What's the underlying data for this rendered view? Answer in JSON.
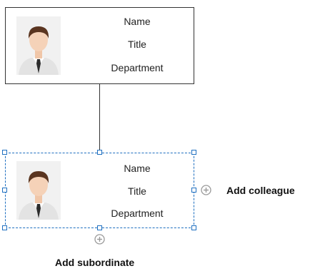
{
  "top_node": {
    "name": "Name",
    "title": "Title",
    "department": "Department"
  },
  "bottom_node": {
    "name": "Name",
    "title": "Title",
    "department": "Department"
  },
  "actions": {
    "add_colleague": "Add colleague",
    "add_subordinate": "Add subordinate"
  },
  "colors": {
    "selection": "#1e6fc0",
    "border": "#333333",
    "plus_icon": "#999999"
  },
  "icons": {
    "avatar": "person-avatar-icon",
    "add": "plus-circle-icon"
  }
}
